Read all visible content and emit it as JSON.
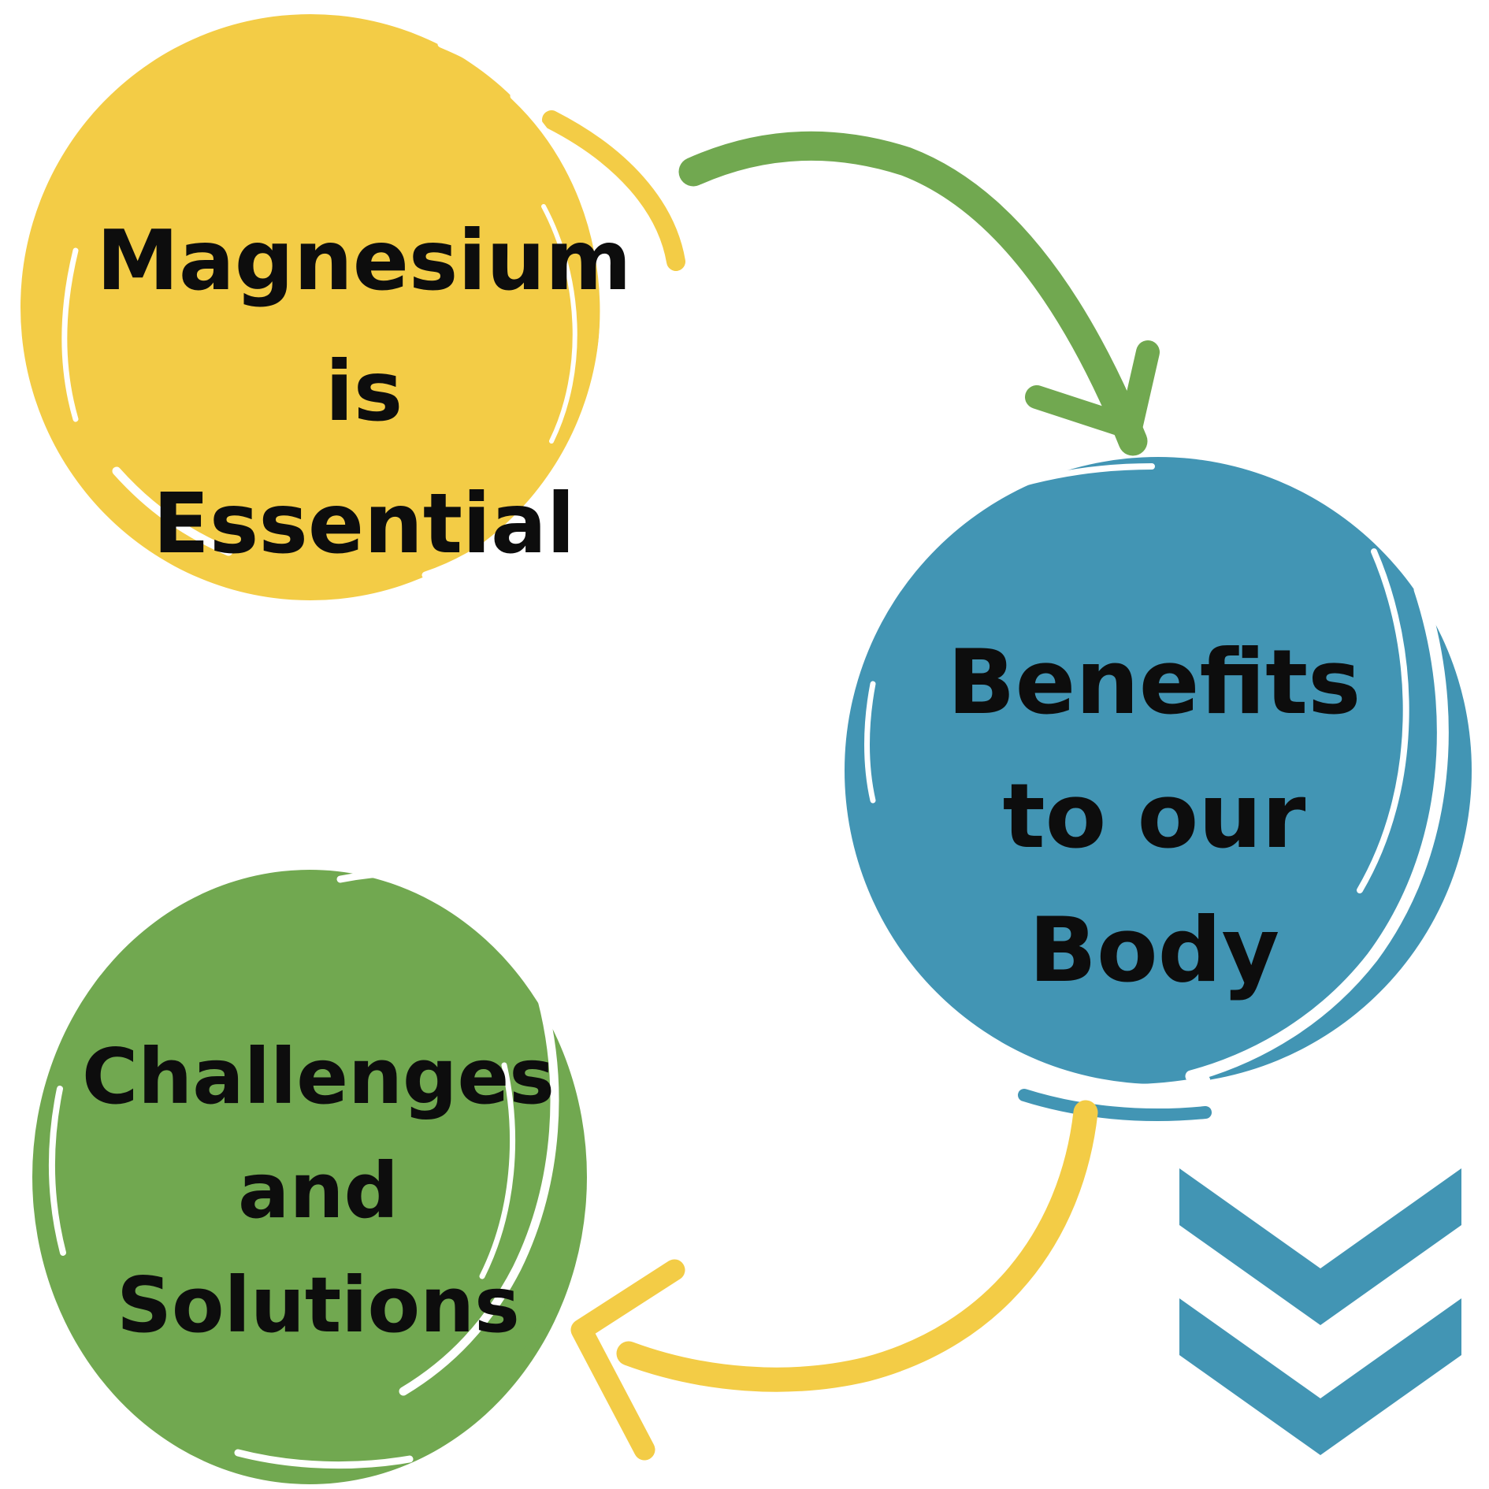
{
  "palette": {
    "background": "#FFFFFF",
    "yellow": "#F3CC46",
    "blue": "#4295B4",
    "green": "#71A850",
    "text": "#0D0D0D"
  },
  "diagram": {
    "nodes": [
      {
        "id": "magnesium-is-essential",
        "shape": "brush-circle",
        "color": "#F3CC46",
        "lines": [
          "Magnesium",
          "is",
          "Essential"
        ]
      },
      {
        "id": "benefits-to-our-body",
        "shape": "brush-circle",
        "color": "#4295B4",
        "lines": [
          "Benefits",
          "to our",
          "Body"
        ]
      },
      {
        "id": "challenges-and-solutions",
        "shape": "brush-circle",
        "color": "#71A850",
        "lines": [
          "Challenges",
          "and",
          "Solutions"
        ]
      }
    ],
    "connectors": [
      {
        "id": "green-curved-arrow",
        "icon": "curved-arrow-icon",
        "color": "#71A850",
        "from": "magnesium-is-essential",
        "to": "benefits-to-our-body"
      },
      {
        "id": "yellow-curved-arrow",
        "icon": "curved-arrow-icon",
        "color": "#F3CC46",
        "from": "benefits-to-our-body",
        "to": "challenges-and-solutions"
      },
      {
        "id": "blue-double-chevron",
        "icon": "chevron-down-double-icon",
        "color": "#4295B4"
      }
    ]
  }
}
